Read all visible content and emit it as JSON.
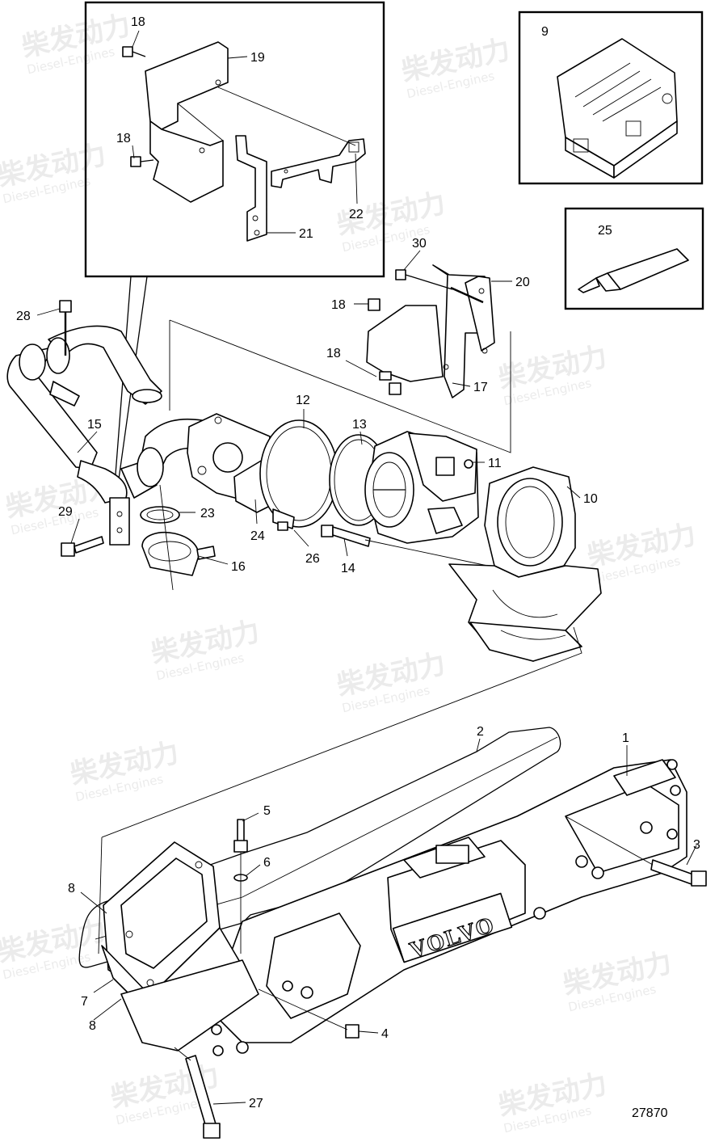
{
  "drawing": {
    "number": "27870",
    "watermark": {
      "brand": "柴发动力",
      "subtitle": "Diesel-Engines"
    },
    "nameplate": "VOLVO"
  },
  "callouts": {
    "c1": "1",
    "c2": "2",
    "c3": "3",
    "c4": "4",
    "c5": "5",
    "c6": "6",
    "c7": "7",
    "c8a": "8",
    "c8b": "8",
    "c9": "9",
    "c10": "10",
    "c11": "11",
    "c12": "12",
    "c13": "13",
    "c14": "14",
    "c15": "15",
    "c16": "16",
    "c17": "17",
    "c18a": "18",
    "c18b": "18",
    "c18c": "18",
    "c18d": "18",
    "c19": "19",
    "c20": "20",
    "c21": "21",
    "c22": "22",
    "c23": "23",
    "c24": "24",
    "c25": "25",
    "c26": "26",
    "c27": "27",
    "c28": "28",
    "c29": "29",
    "c30": "30"
  }
}
